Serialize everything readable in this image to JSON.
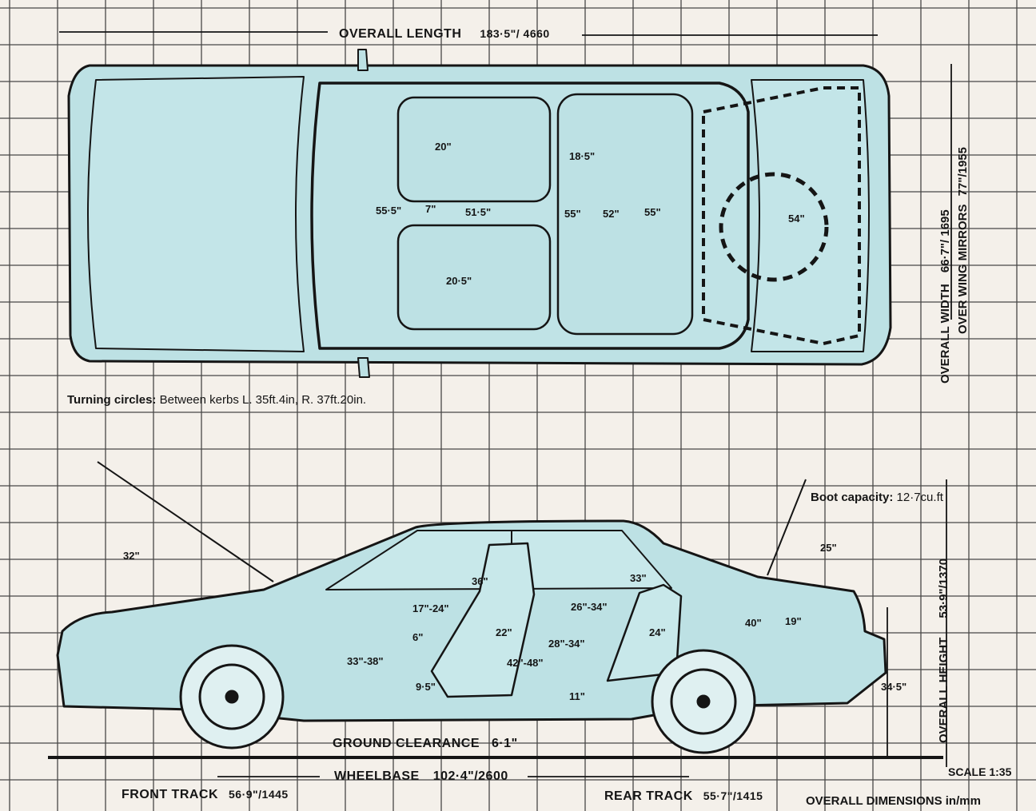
{
  "overall_length": {
    "label": "OVERALL LENGTH",
    "value": "183·5\"/ 4660"
  },
  "overall_width": {
    "label": "OVERALL WIDTH",
    "value": "66·7\"/ 1695"
  },
  "over_wing_mirrors": {
    "label": "OVER WING MIRRORS",
    "value": "77\"/1955"
  },
  "overall_height": {
    "label": "OVERALL HEIGHT",
    "value": "53·9\"/1370"
  },
  "turning_circles": {
    "label": "Turning circles:",
    "value": "Between kerbs L. 35ft.4in, R. 37ft.20in."
  },
  "boot_capacity": {
    "label": "Boot capacity:",
    "value": "12·7cu.ft"
  },
  "ground_clearance": {
    "label": "GROUND CLEARANCE",
    "value": "6·1\""
  },
  "wheelbase": {
    "label": "WHEELBASE",
    "value": "102·4\"/2600"
  },
  "front_track": {
    "label": "FRONT TRACK",
    "value": "56·9\"/1445"
  },
  "rear_track": {
    "label": "REAR TRACK",
    "value": "55·7\"/1415"
  },
  "scale": "SCALE 1:35",
  "units_note": "OVERALL DIMENSIONS in/mm",
  "plan_dims": {
    "front_seat_width": "20\"",
    "front_seat_gap": "7\"",
    "front_seat_length": "20·5\"",
    "front_cabin_width": "55·5\"",
    "front_shoulder": "51·5\"",
    "rear_seat_width": "18·5\"",
    "rear_cabin_width": "55\"",
    "rear_shoulder": "52\"",
    "rear_elbow": "55\"",
    "boot_width": "54\""
  },
  "side_dims": {
    "bonnet_open": "32\"",
    "boot_lid_open": "25\"",
    "front_headroom": "36\"",
    "rear_headroom": "33\"",
    "front_legroom": "17\"-24\"",
    "rear_kneeroom": "26\"-34\"",
    "pedal_height": "6\"",
    "front_seat_back": "22\"",
    "rear_seat_back": "24\"",
    "rear_legroom": "28\"-34\"",
    "pedal_reach": "33\"-38\"",
    "front_cushion": "9·5\"",
    "seat_to_floor": "42\"-48\"",
    "rear_cushion_height": "11\"",
    "boot_length": "40\"",
    "boot_height": "19\"",
    "sill_height": "34·5\""
  },
  "colors": {
    "car": "#bde1e4",
    "paper": "#f4f0ea",
    "grid": "#2a2a2a",
    "ink": "#151515"
  }
}
